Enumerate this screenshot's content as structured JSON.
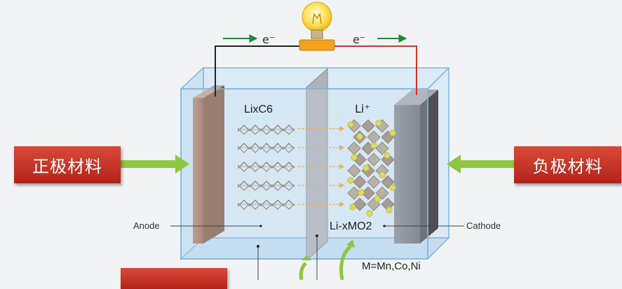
{
  "circuit": {
    "electron_left": "e⁻",
    "electron_right": "e⁻"
  },
  "cell": {
    "anode_material": "LixC6",
    "lithium_ion": "Li⁺",
    "cathode_material": "Li-xMO2",
    "metals_note": "M=Mn,Co,Ni"
  },
  "labels": {
    "anode": "Anode",
    "cathode": "Cathode"
  },
  "callouts": {
    "left": "正极材料",
    "right": "负极材料"
  },
  "colors": {
    "callout_red": "#c4281c",
    "arrow_green": "#8fc63f",
    "wire_left": "#222222",
    "wire_right": "#c0392b",
    "ion_arrow": "#f0a030",
    "anode_plate": "#a87862",
    "cathode_plate": "#7f7f85",
    "tank": "#cfe4f2",
    "ion_dot": "#e6d92e"
  }
}
